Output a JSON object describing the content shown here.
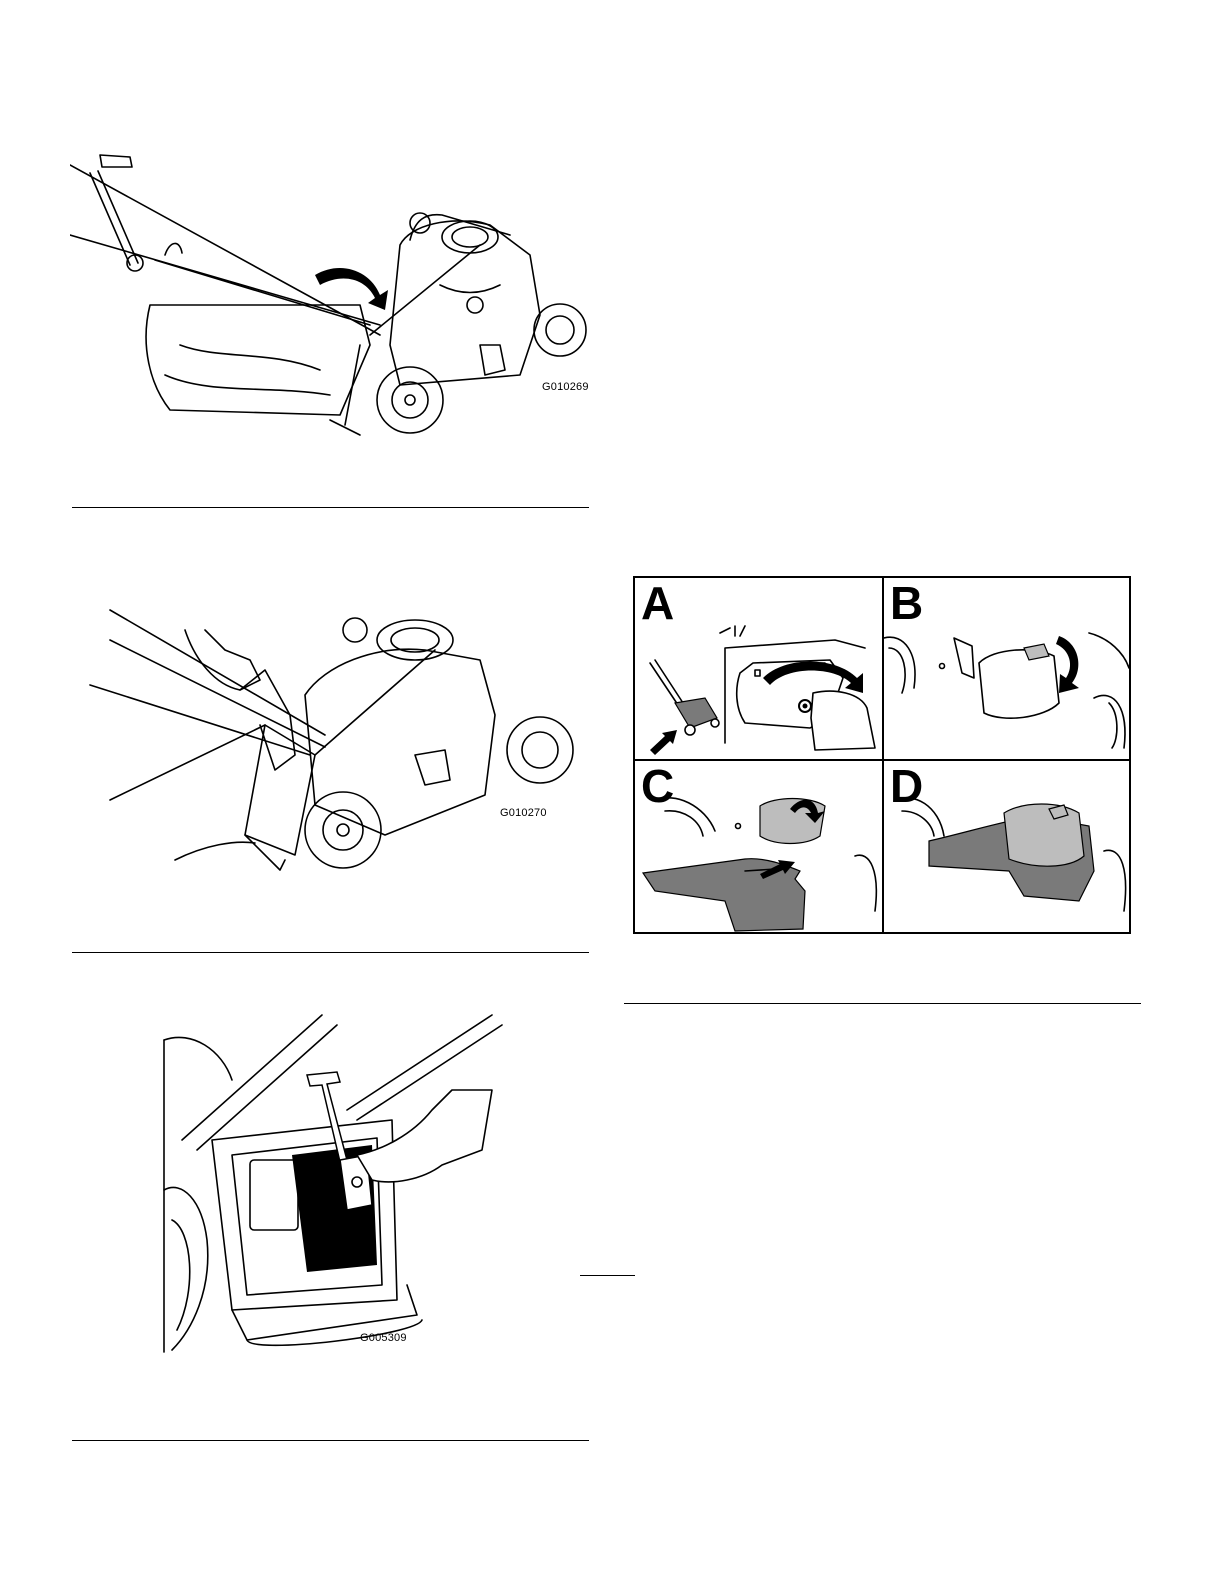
{
  "figures": [
    {
      "code": "G010269"
    },
    {
      "code": "G010270"
    },
    {
      "code": "G005309"
    }
  ],
  "panel_figure": {
    "panels": [
      {
        "letter": "A"
      },
      {
        "letter": "B"
      },
      {
        "letter": "C"
      },
      {
        "letter": "D"
      }
    ]
  }
}
